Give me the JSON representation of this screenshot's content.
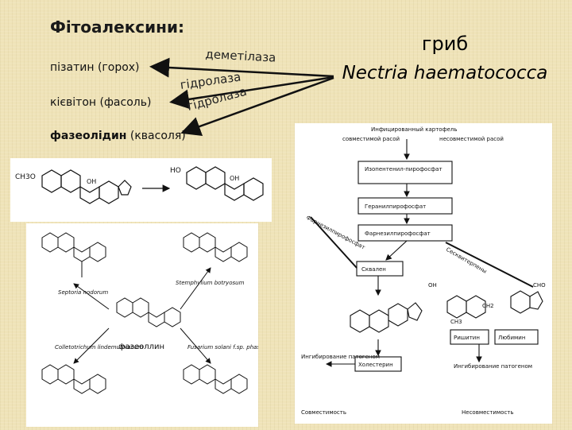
{
  "heading": "Фітоалексини:",
  "items": [
    {
      "name": "пізатин",
      "source": "(горох)"
    },
    {
      "name": "кієвітон",
      "source": "(фасоль)"
    },
    {
      "name": "фазеолідин",
      "source": "(квасоля)"
    }
  ],
  "enzymes": [
    "деметілаза",
    "гідролаза",
    "гідролаза"
  ],
  "fungus": {
    "word": "гриб",
    "species": "Nectria haematococca"
  },
  "phaseollin_panel": {
    "center_label": "фазеоллин",
    "fungi": [
      "Septoria nodorum",
      "Stemphylium botryosum",
      "Colletotrichum lindemuthianum",
      "Fusarium solani f.sp. phaseoli"
    ]
  },
  "potato_panel": {
    "header_line1": "Инфицированный картофель",
    "header_left": "совместимой расой",
    "header_right": "несовместимой расой",
    "boxes": [
      "Изопентенил-пирофосфат",
      "Геранилпирофосфат",
      "Фарнезилпирофосфат",
      "Сквален",
      "Холестерин",
      "Ришитин",
      "Любимин"
    ],
    "diag_left": "Фарнезилпирофосфат",
    "diag_right": "Сесквитерпены",
    "inhib": "Ингибирование патогеном",
    "compat": "Совместимость",
    "incompat": "Несовместимость",
    "atoms": [
      "OH",
      "CHO",
      "CH2",
      "CH3"
    ]
  }
}
